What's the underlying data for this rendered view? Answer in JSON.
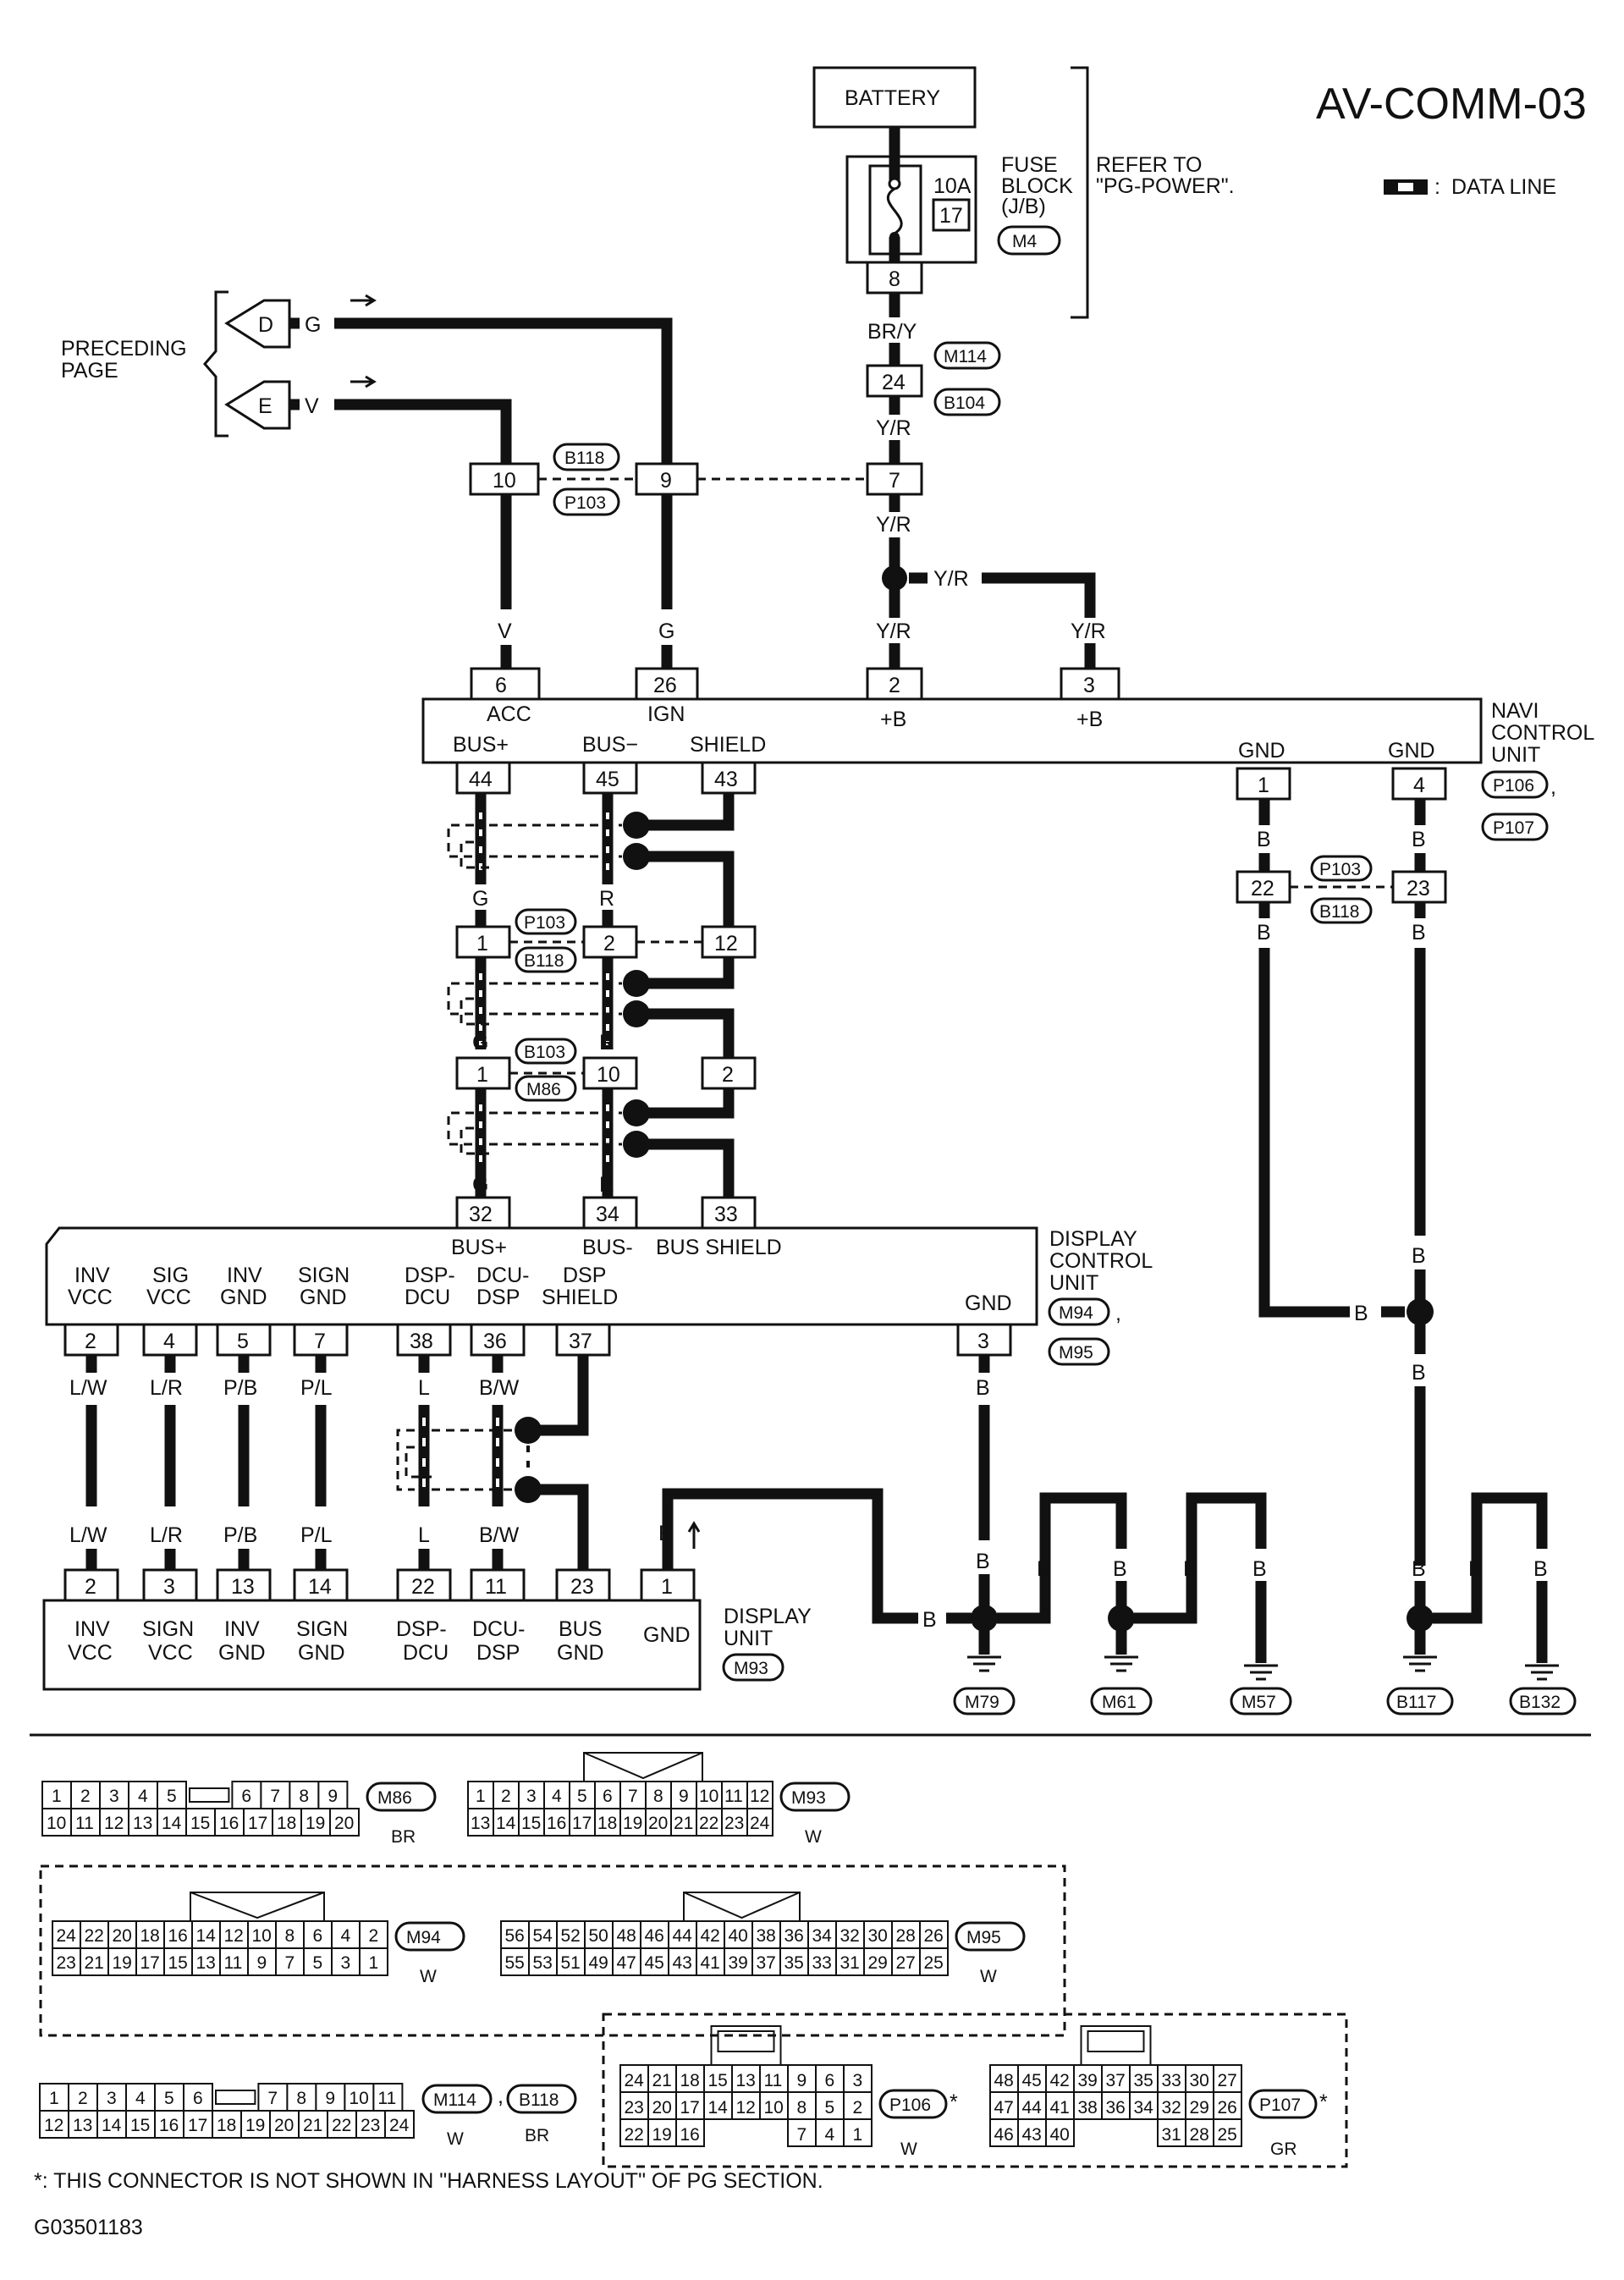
{
  "page": {
    "code": "AV-COMM-03",
    "legend": "DATA LINE",
    "figure_id": "G03501183",
    "footnote": "*: THIS CONNECTOR IS NOT SHOWN IN \"HARNESS LAYOUT\" OF PG SECTION."
  },
  "power": {
    "battery": "BATTERY",
    "fuse_block": [
      "FUSE",
      "BLOCK",
      "(J/B)"
    ],
    "fuse_amp": "10A",
    "fuse_no": "17",
    "fuse_conn": "M4",
    "refer": [
      "REFER TO",
      "\"PG-POWER\"."
    ],
    "pin8": "8",
    "wire_bry": "BR/Y",
    "conn_m114": "M114",
    "conn_b104": "B104",
    "pin24": "24",
    "yr": "Y/R",
    "pin7": "7"
  },
  "preceding": {
    "label": [
      "PRECEDING",
      "PAGE"
    ],
    "d": "D",
    "e": "E",
    "g": "G",
    "v": "V",
    "pin10": "10",
    "pin9": "9",
    "conn_b118": "B118",
    "conn_p103": "P103"
  },
  "navi": {
    "name": [
      "NAVI",
      "CONTROL",
      "UNIT"
    ],
    "conn1": "P106",
    "conn2": "P107",
    "pins_top": [
      "6",
      "26",
      "2",
      "3"
    ],
    "labels_top": [
      "ACC",
      "IGN",
      "+B",
      "+B"
    ],
    "pins_bottom": [
      "44",
      "45",
      "43",
      "1",
      "4"
    ],
    "labels_bottom": [
      "BUS+",
      "BUS−",
      "SHIELD",
      "GND",
      "GND"
    ],
    "wire_v": "V",
    "wire_g": "G",
    "wire_yr": "Y/R",
    "gnd_pins": [
      "22",
      "23"
    ],
    "gnd_conns": [
      "P103",
      "B118"
    ],
    "b": "B"
  },
  "bus": {
    "g": "G",
    "r": "R",
    "row1_pins": [
      "1",
      "2",
      "12"
    ],
    "row1_conns": [
      "P103",
      "B118"
    ],
    "row2_pins": [
      "1",
      "10",
      "2"
    ],
    "row2_conns": [
      "B103",
      "M86"
    ]
  },
  "dcu": {
    "name": [
      "DISPLAY",
      "CONTROL",
      "UNIT"
    ],
    "conn1": "M94",
    "conn2": "M95",
    "top_pins": [
      "32",
      "34",
      "33"
    ],
    "top_labels": [
      "BUS+",
      "BUS-",
      "BUS SHIELD"
    ],
    "bottom_labels": [
      [
        "INV",
        "VCC"
      ],
      [
        "SIG",
        "VCC"
      ],
      [
        "INV",
        "GND"
      ],
      [
        "SIGN",
        "GND"
      ],
      [
        "DSP-",
        "DCU"
      ],
      [
        "DCU-",
        "DSP"
      ],
      [
        "DSP",
        "SHIELD"
      ],
      [
        "GND"
      ]
    ],
    "bottom_pins": [
      "2",
      "4",
      "5",
      "7",
      "38",
      "36",
      "37",
      "3"
    ],
    "wires": [
      "L/W",
      "L/R",
      "P/B",
      "P/L",
      "L",
      "B/W"
    ],
    "b": "B"
  },
  "du": {
    "name": [
      "DISPLAY",
      "UNIT"
    ],
    "conn": "M93",
    "pins": [
      "2",
      "3",
      "13",
      "14",
      "22",
      "11",
      "23",
      "1"
    ],
    "labels": [
      [
        "INV",
        "VCC"
      ],
      [
        "SIGN",
        "VCC"
      ],
      [
        "INV",
        "GND"
      ],
      [
        "SIGN",
        "GND"
      ],
      [
        "DSP-",
        "DCU"
      ],
      [
        "DCU-",
        "DSP"
      ],
      [
        "BUS",
        "GND"
      ],
      [
        "GND"
      ]
    ]
  },
  "grounds": [
    "M79",
    "M61",
    "M57",
    "B117",
    "B132"
  ],
  "connectors": {
    "m86": {
      "name": "M86",
      "color": "BR",
      "top": [
        "1",
        "2",
        "3",
        "4",
        "5",
        "",
        "6",
        "7",
        "8",
        "9"
      ],
      "bottom": [
        "10",
        "11",
        "12",
        "13",
        "14",
        "15",
        "16",
        "17",
        "18",
        "19",
        "20"
      ]
    },
    "m93": {
      "name": "M93",
      "color": "W",
      "top": [
        "1",
        "2",
        "3",
        "4",
        "5",
        "6",
        "7",
        "8",
        "9",
        "10",
        "11",
        "12"
      ],
      "bottom": [
        "13",
        "14",
        "15",
        "16",
        "17",
        "18",
        "19",
        "20",
        "21",
        "22",
        "23",
        "24"
      ]
    },
    "m94": {
      "name": "M94",
      "color": "W",
      "top": [
        "24",
        "22",
        "20",
        "18",
        "16",
        "14",
        "12",
        "10",
        "8",
        "6",
        "4",
        "2"
      ],
      "bottom": [
        "23",
        "21",
        "19",
        "17",
        "15",
        "13",
        "11",
        "9",
        "7",
        "5",
        "3",
        "1"
      ]
    },
    "m95": {
      "name": "M95",
      "color": "W",
      "top": [
        "56",
        "54",
        "52",
        "50",
        "48",
        "46",
        "44",
        "42",
        "40",
        "38",
        "36",
        "34",
        "32",
        "30",
        "28",
        "26"
      ],
      "bottom": [
        "55",
        "53",
        "51",
        "49",
        "47",
        "45",
        "43",
        "41",
        "39",
        "37",
        "35",
        "33",
        "31",
        "29",
        "27",
        "25"
      ]
    },
    "m114": {
      "name": "M114",
      "color": "W",
      "sep": ",",
      "top": [
        "1",
        "2",
        "3",
        "4",
        "5",
        "6",
        "",
        "7",
        "8",
        "9",
        "10",
        "11"
      ],
      "bottom": [
        "12",
        "13",
        "14",
        "15",
        "16",
        "17",
        "18",
        "19",
        "20",
        "21",
        "22",
        "23",
        "24"
      ]
    },
    "b118": {
      "name": "B118",
      "color": "BR"
    },
    "p106": {
      "name": "P106",
      "color": "W",
      "star": "*",
      "rows": [
        [
          "24",
          "21",
          "18",
          "15",
          "13",
          "11",
          "9",
          "6",
          "3"
        ],
        [
          "23",
          "20",
          "17",
          "14",
          "12",
          "10",
          "8",
          "5",
          "2"
        ],
        [
          "22",
          "19",
          "16",
          "",
          "",
          "",
          "7",
          "4",
          "1"
        ]
      ]
    },
    "p107": {
      "name": "P107",
      "color": "GR",
      "star": "*",
      "rows": [
        [
          "48",
          "45",
          "42",
          "39",
          "37",
          "35",
          "33",
          "30",
          "27"
        ],
        [
          "47",
          "44",
          "41",
          "38",
          "36",
          "34",
          "32",
          "29",
          "26"
        ],
        [
          "46",
          "43",
          "40",
          "",
          "",
          "",
          "31",
          "28",
          "25"
        ]
      ]
    }
  }
}
